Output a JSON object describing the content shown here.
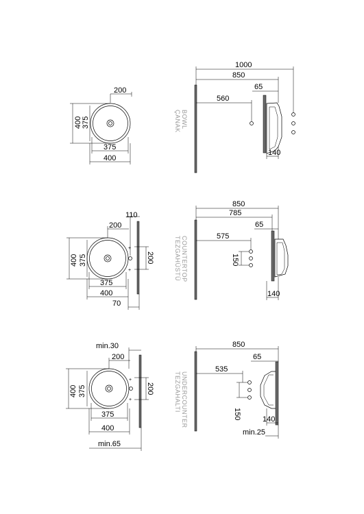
{
  "section1": {
    "label_tr": "ÇANAK",
    "label_en": "BOWL",
    "plan": {
      "d_200": "200",
      "d_400": "400",
      "d_375": "375",
      "w_375": "375",
      "w_400": "400"
    },
    "side": {
      "d_1000": "1000",
      "d_850": "850",
      "d_65": "65",
      "d_560": "560",
      "d_140": "140"
    }
  },
  "section2": {
    "label_tr": "TEZGAHÜSTÜ",
    "label_en": "COUNTERTOP",
    "plan": {
      "d_110": "110",
      "d_200": "200",
      "d_400": "400",
      "d_375": "375",
      "d_200v": "200",
      "w_375": "375",
      "w_400": "400",
      "d_70": "70"
    },
    "side": {
      "d_850": "850",
      "d_785": "785",
      "d_65": "65",
      "d_575": "575",
      "d_150": "150",
      "d_140": "140"
    }
  },
  "section3": {
    "label_tr": "TEZGAHALTI",
    "label_en": "UNDERCOUNTER",
    "plan": {
      "d_min30": "min.30",
      "d_200": "200",
      "d_400": "400",
      "d_375": "375",
      "d_200v": "200",
      "w_375": "375",
      "w_400": "400",
      "d_min65": "min.65"
    },
    "side": {
      "d_850": "850",
      "d_65": "65",
      "d_535": "535",
      "d_150": "150",
      "d_140": "140",
      "d_min25": "min.25"
    }
  }
}
